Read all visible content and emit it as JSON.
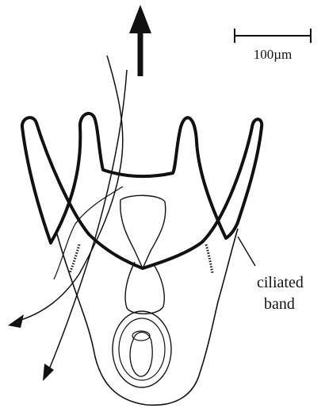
{
  "scale_bar": {
    "label": "100µm"
  },
  "labels": {
    "ciliated_line1": "ciliated",
    "ciliated_line2": "band"
  },
  "colors": {
    "ink": "#111111",
    "background": "#ffffff"
  },
  "icons": {
    "top_arrow": "arrow-up-icon",
    "flow_arrows": "arrow-down-left-icon"
  }
}
